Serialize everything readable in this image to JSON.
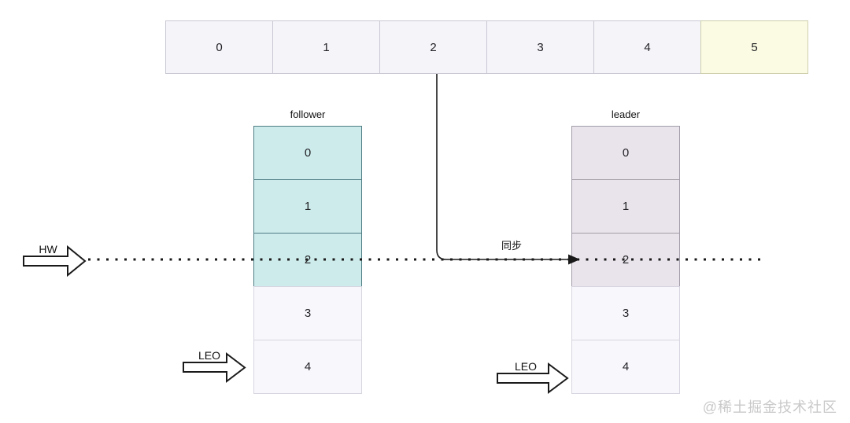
{
  "top_row": {
    "cells": [
      "0",
      "1",
      "2",
      "3",
      "4",
      "5"
    ],
    "highlighted_cell": "5"
  },
  "follower": {
    "title": "follower",
    "cells": [
      "0",
      "1",
      "2",
      "3",
      "4"
    ],
    "leo_label": "LEO"
  },
  "leader": {
    "title": "leader",
    "cells": [
      "0",
      "1",
      "2",
      "3",
      "4"
    ],
    "leo_label": "LEO"
  },
  "labels": {
    "hw": "HW",
    "sync": "同步"
  },
  "watermark": "@稀土掘金技术社区",
  "colors": {
    "row_cell_bg": "#f5f4f9",
    "row_highlight_bg": "#fbfbe3",
    "follower_synced_bg": "#cdebeb",
    "follower_synced_border": "#4f7d84",
    "leader_synced_bg": "#e9e3eb",
    "leader_synced_border": "#a19da8",
    "unsynced_cell_bg": "#f8f7fb",
    "line": "#1a1a1a",
    "watermark_text": "#c9c9c9"
  }
}
